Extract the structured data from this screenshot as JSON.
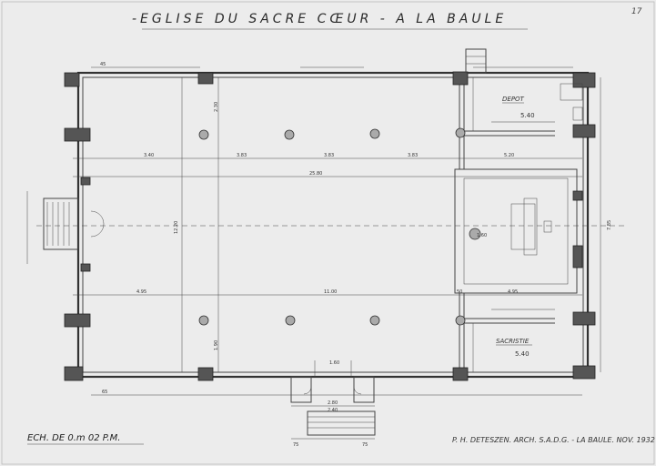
{
  "title": "-EGLISE DU SACRE CŒUR - A LA BAULE",
  "corner_mark": "17",
  "scale": "ECH. DE 0.m 02 P.M.",
  "architect": "P. H. DETESZEN. ARCH. S.A.D.G. - LA BAULE. NOV. 1932",
  "rooms": {
    "depot": {
      "name": "DEPOT",
      "dim": "5.40"
    },
    "sacristie": {
      "name": "SACRISTIE",
      "dim": "5.40"
    }
  },
  "dimensions": {
    "overall_width": "25.80",
    "nave_span": "11.00",
    "inner_width": "12.20",
    "right_depth": "7.85",
    "left_bay": "4.95",
    "right_bay": "4.95",
    "bay_a": "3.40",
    "bay_b": "3.83",
    "bay_c": "3.83",
    "bay_d": "3.83",
    "bay_e": "5.20",
    "entry": "1.60",
    "porch_width": "2.80",
    "porch_inner": "2.40",
    "side_a": "75",
    "side_b": "75",
    "pier": "50",
    "altar": "1.60",
    "rear_a": "2.30",
    "rear_b": "1.90",
    "seg": "45",
    "seg2": "65"
  }
}
